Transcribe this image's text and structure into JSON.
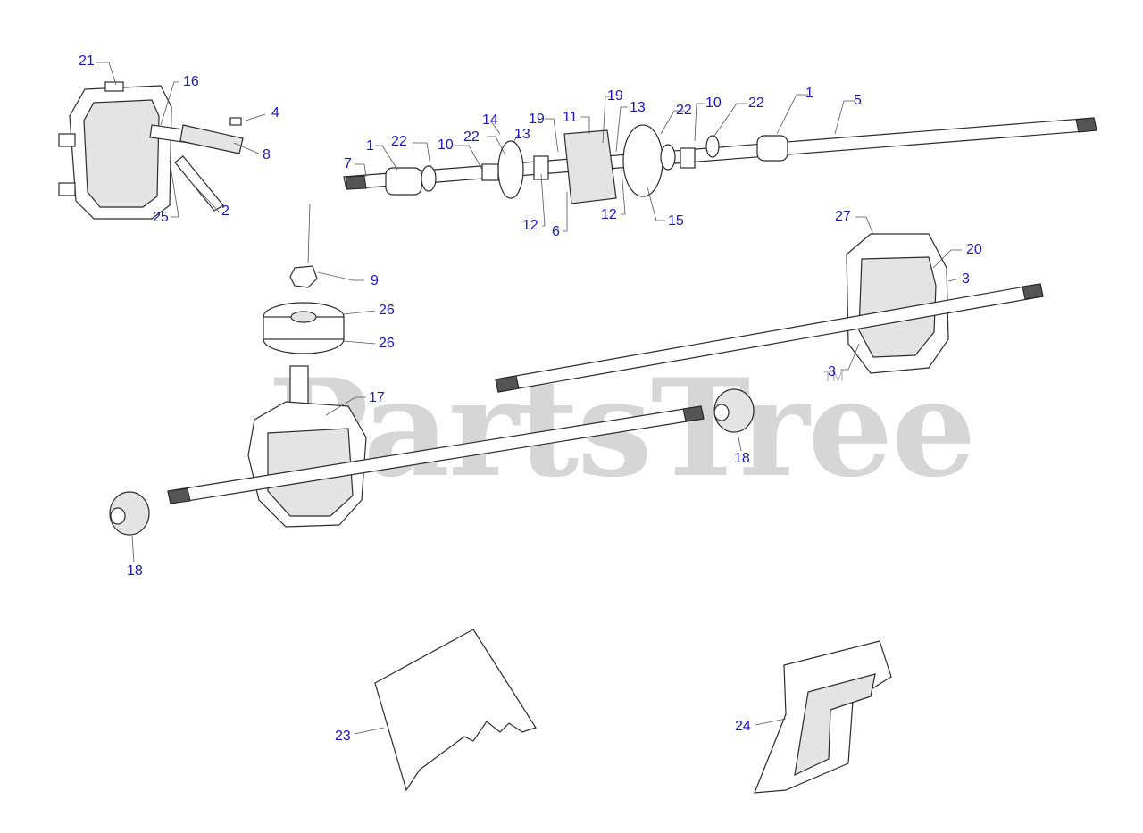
{
  "watermark": {
    "text": "PartsTree",
    "tm": "TM"
  },
  "callouts": [
    {
      "id": "c21a",
      "label": "21"
    },
    {
      "id": "c16",
      "label": "16"
    },
    {
      "id": "c4",
      "label": "4"
    },
    {
      "id": "c8",
      "label": "8"
    },
    {
      "id": "c2",
      "label": "2"
    },
    {
      "id": "c25",
      "label": "25"
    },
    {
      "id": "c7",
      "label": "7"
    },
    {
      "id": "c1a",
      "label": "1"
    },
    {
      "id": "c22a",
      "label": "22"
    },
    {
      "id": "c10a",
      "label": "10"
    },
    {
      "id": "c22b",
      "label": "22"
    },
    {
      "id": "c14",
      "label": "14"
    },
    {
      "id": "c13a",
      "label": "13"
    },
    {
      "id": "c19a",
      "label": "19"
    },
    {
      "id": "c11",
      "label": "11"
    },
    {
      "id": "c19b",
      "label": "19"
    },
    {
      "id": "c13b",
      "label": "13"
    },
    {
      "id": "c22c",
      "label": "22"
    },
    {
      "id": "c10b",
      "label": "10"
    },
    {
      "id": "c22d",
      "label": "22"
    },
    {
      "id": "c1b",
      "label": "1"
    },
    {
      "id": "c5",
      "label": "5"
    },
    {
      "id": "c12a",
      "label": "12"
    },
    {
      "id": "c6",
      "label": "6"
    },
    {
      "id": "c12b",
      "label": "12"
    },
    {
      "id": "c15",
      "label": "15"
    },
    {
      "id": "c27",
      "label": "27"
    },
    {
      "id": "c20",
      "label": "20"
    },
    {
      "id": "c3a",
      "label": "3"
    },
    {
      "id": "c3b",
      "label": "3"
    },
    {
      "id": "c9",
      "label": "9"
    },
    {
      "id": "c26a",
      "label": "26"
    },
    {
      "id": "c26b",
      "label": "26"
    },
    {
      "id": "c17",
      "label": "17"
    },
    {
      "id": "c18a",
      "label": "18"
    },
    {
      "id": "c18b",
      "label": "18"
    },
    {
      "id": "c23",
      "label": "23"
    },
    {
      "id": "c24",
      "label": "24"
    }
  ]
}
